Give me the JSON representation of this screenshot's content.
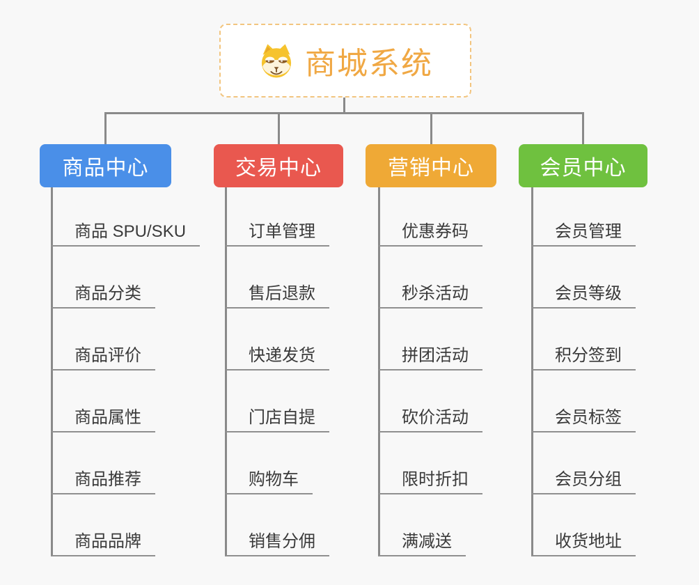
{
  "root": {
    "title": "商城系统",
    "icon": "dog-face-icon",
    "title_color": "#f0a844",
    "border_color": "#f2c57f"
  },
  "branches": [
    {
      "label": "商品中心",
      "color": "#4a8fe8",
      "children": [
        "商品 SPU/SKU",
        "商品分类",
        "商品评价",
        "商品属性",
        "商品推荐",
        "商品品牌"
      ]
    },
    {
      "label": "交易中心",
      "color": "#e9584f",
      "children": [
        "订单管理",
        "售后退款",
        "快递发货",
        "门店自提",
        "购物车",
        "销售分佣"
      ]
    },
    {
      "label": "营销中心",
      "color": "#efa936",
      "children": [
        "优惠券码",
        "秒杀活动",
        "拼团活动",
        "砍价活动",
        "限时折扣",
        "满减送"
      ]
    },
    {
      "label": "会员中心",
      "color": "#6fc13f",
      "children": [
        "会员管理",
        "会员等级",
        "积分签到",
        "会员标签",
        "会员分组",
        "收货地址"
      ]
    }
  ],
  "connector_color": "#8a8a8a",
  "leaf_text_color": "#3a3a3a",
  "background_color": "#f8f8f8"
}
